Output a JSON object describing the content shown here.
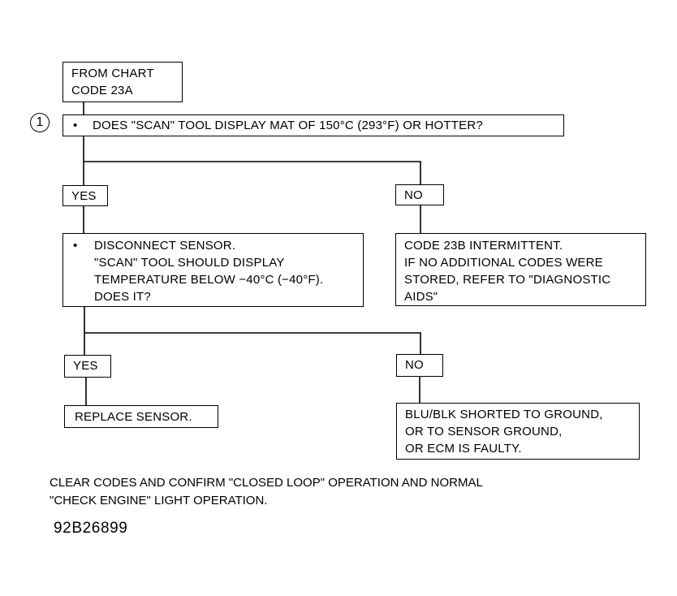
{
  "diagram": {
    "start_box": [
      "FROM CHART",
      "CODE 23A"
    ],
    "step_number": "1",
    "question1": {
      "bullet": "•",
      "text": "DOES \"SCAN\" TOOL DISPLAY MAT OF 150°C (293°F) OR HOTTER?"
    },
    "branch1_yes": "YES",
    "branch1_no": "NO",
    "question2": {
      "bullet": "•",
      "lines": [
        "DISCONNECT SENSOR.",
        "\"SCAN\" TOOL SHOULD DISPLAY",
        "TEMPERATURE BELOW −40°C (−40°F).",
        "DOES IT?"
      ]
    },
    "no1_result": [
      "CODE 23B INTERMITTENT.",
      "IF NO ADDITIONAL CODES WERE",
      "STORED, REFER TO \"DIAGNOSTIC",
      "AIDS\""
    ],
    "branch2_yes": "YES",
    "branch2_no": "NO",
    "yes2_result": "REPLACE SENSOR.",
    "no2_result": [
      "BLU/BLK SHORTED TO GROUND,",
      "OR TO SENSOR GROUND,",
      "OR ECM IS FAULTY."
    ],
    "footer_note": [
      "CLEAR CODES AND CONFIRM \"CLOSED LOOP\" OPERATION AND NORMAL",
      "\"CHECK ENGINE\" LIGHT OPERATION."
    ],
    "figure_id": "92B26899"
  }
}
